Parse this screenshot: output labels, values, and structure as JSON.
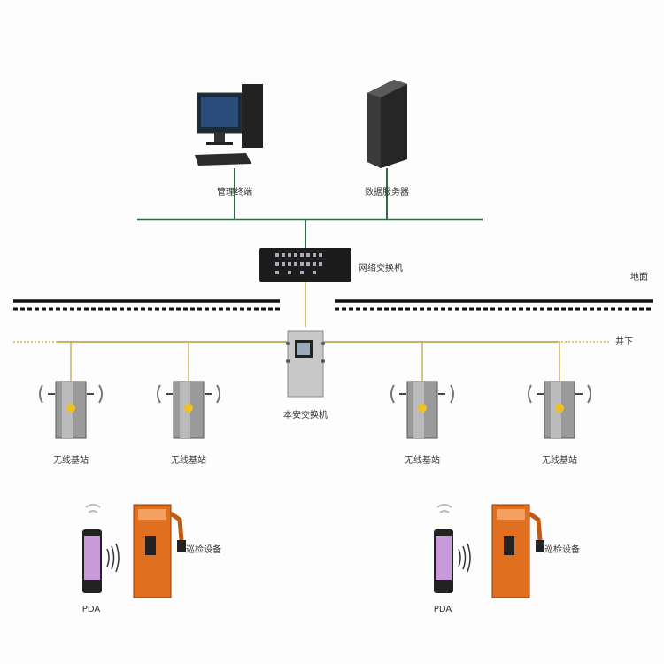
{
  "nodes": {
    "terminal": "管理终端",
    "server": "数据服务器",
    "network_switch": "网络交换机",
    "safety_switch": "本安交换机",
    "base_stations": [
      "无线基站",
      "无线基站",
      "无线基站",
      "无线基站"
    ],
    "inspection_devices": [
      "巡检设备",
      "巡检设备"
    ],
    "pdas": [
      "PDA",
      "PDA"
    ]
  },
  "zones": {
    "surface": "地面",
    "underground": "井下"
  },
  "colors": {
    "ethernet": "#2e6b45",
    "fiber": "#c9b25a",
    "orange": "#e0701f"
  }
}
